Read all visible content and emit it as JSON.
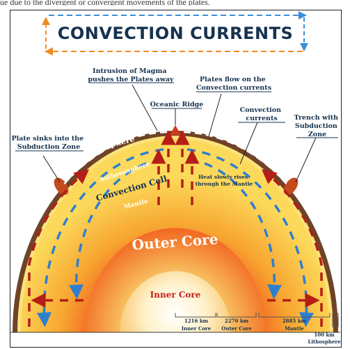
{
  "caption_fragment": "ue due to the divergent or convergent movements of the plates.",
  "title": "CONVECTION CURRENTS",
  "labels": {
    "intrusion": [
      "Intrusion of Magma",
      "pushes the Plates away"
    ],
    "plates_flow": [
      "Plates flow on the",
      "Convection currents"
    ],
    "oceanic_ridge": "Oceanic Ridge",
    "convection_currents": [
      "Convection",
      "currents"
    ],
    "trench": [
      "Trench with",
      "Subduction",
      "Zone"
    ],
    "plate_sinks": [
      "Plate sinks into the",
      "Subduction Zone"
    ],
    "lithosphere": "Lithosphere",
    "asthenosphere": "Asthenosphere",
    "convection_cell": "Convection Cell",
    "mantle": "Mantle",
    "heat_rises": [
      "Heat slowly rises",
      "through the Mantle"
    ],
    "outer_core": "Outer Core",
    "inner_core": "Inner Core"
  },
  "scale": [
    {
      "value": "1216 km",
      "name": "Inner Core"
    },
    {
      "value": "2270 km",
      "name": "Outer Core"
    },
    {
      "value": "2885 km",
      "name": "Mantle"
    },
    {
      "value": "100 km",
      "name": "Lithosphere"
    }
  ],
  "colors": {
    "title": "#16324f",
    "arrow_blue": "#3a8fd8",
    "arrow_orange": "#f08a24",
    "crust": "#7a4a2a",
    "down_arrow_blue": "#2d7fd0",
    "up_arrow_red": "#c0201a"
  }
}
